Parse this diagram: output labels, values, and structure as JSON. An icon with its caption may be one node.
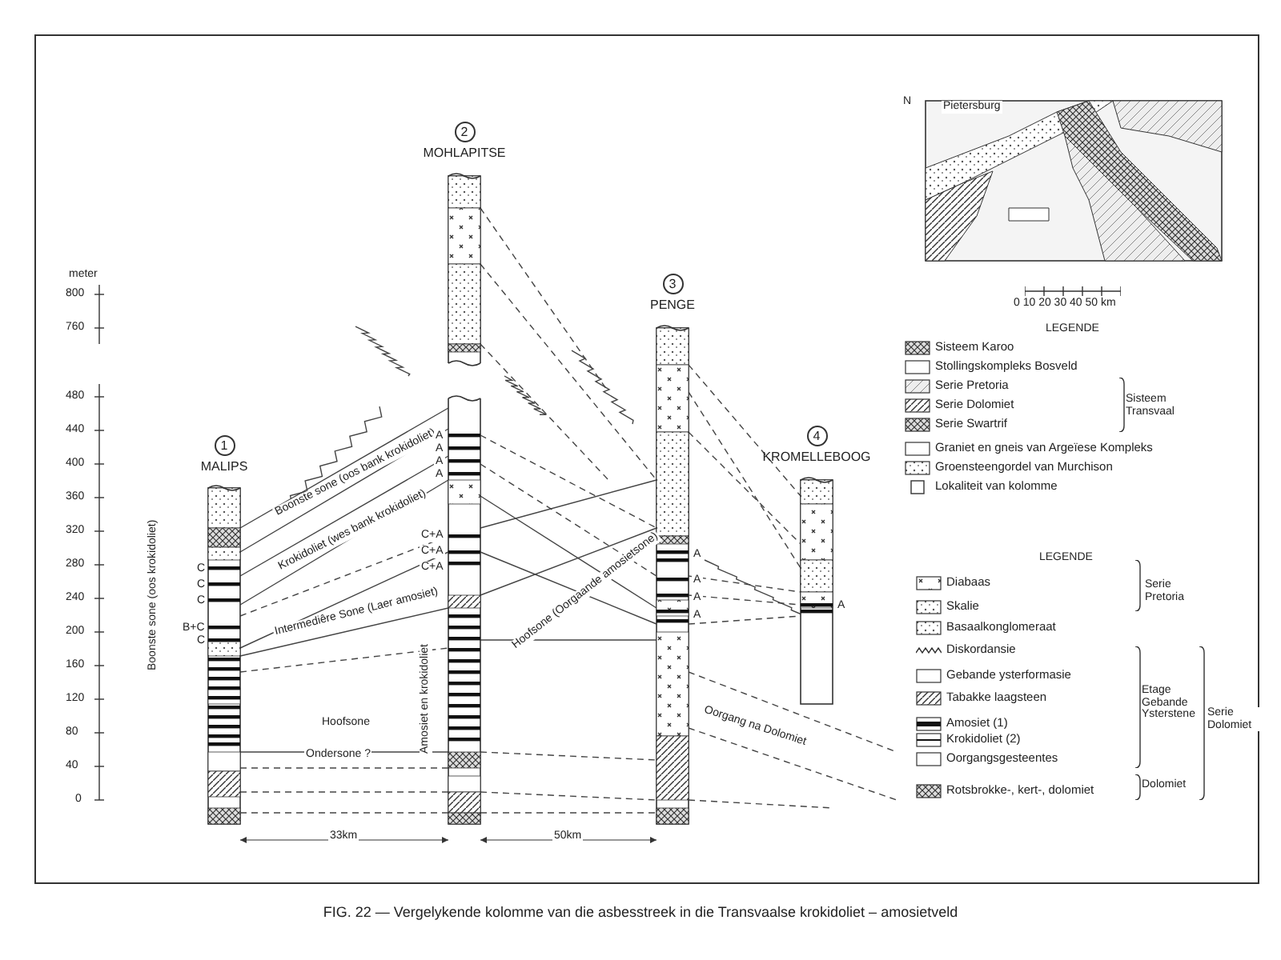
{
  "diagram": {
    "caption": "FIG. 22 — Vergelykende kolomme van die asbesstreek in die Transvaalse krokidoliet – amosietveld",
    "nodes": [
      {
        "text": [
          "1",
          "MALIPS"
        ]
      },
      {
        "text": [
          "2",
          "MOHLAPITSE"
        ]
      },
      {
        "text": [
          "3",
          "PENGE"
        ]
      },
      {
        "text": [
          "4",
          "KROMELLEBOOG"
        ]
      }
    ],
    "edges": [
      {
        "from": 0,
        "to": 1,
        "arrow": "none"
      },
      {
        "from": 0,
        "to": 1,
        "arrow": "none"
      },
      {
        "from": 0,
        "to": 1,
        "arrow": "none"
      },
      {
        "from": 0,
        "to": 1,
        "arrow": "none"
      },
      {
        "from": 0,
        "to": 1,
        "arrow": "none",
        "style": "dashed"
      },
      {
        "from": 0,
        "to": 1,
        "arrow": "none"
      },
      {
        "from": 0,
        "to": 1,
        "arrow": "none"
      },
      {
        "from": 0,
        "to": 1,
        "arrow": "none",
        "style": "dashed"
      },
      {
        "from": 0,
        "to": 1,
        "arrow": "none"
      },
      {
        "from": 0,
        "to": 1,
        "arrow": "none",
        "style": "dashed"
      },
      {
        "from": 0,
        "to": 1,
        "arrow": "none",
        "style": "dashed"
      },
      {
        "from": 0,
        "to": 1,
        "arrow": "none",
        "style": "dashed"
      },
      {
        "from": 1,
        "to": null,
        "arrow": "none",
        "style": "dashed"
      },
      {
        "from": 1,
        "to": 2,
        "arrow": "none",
        "style": "dashed"
      },
      {
        "from": 1,
        "to": null,
        "arrow": "none",
        "style": "dashed"
      },
      {
        "from": 1,
        "to": 2,
        "arrow": "none",
        "style": "dashed"
      },
      {
        "from": 1,
        "to": 2,
        "arrow": "none",
        "style": "dashed"
      },
      {
        "from": 1,
        "to": 2,
        "arrow": "none"
      },
      {
        "from": 1,
        "to": 2,
        "arrow": "none"
      },
      {
        "from": 1,
        "to": 2,
        "arrow": "none"
      },
      {
        "from": 1,
        "to": 2,
        "arrow": "none"
      },
      {
        "from": 1,
        "to": 2,
        "arrow": "none"
      },
      {
        "from": 1,
        "to": 2,
        "arrow": "none",
        "style": "dashed"
      },
      {
        "from": 1,
        "to": 2,
        "arrow": "none",
        "style": "dashed"
      },
      {
        "from": 1,
        "to": 2,
        "arrow": "none",
        "style": "dashed"
      },
      {
        "from": 2,
        "to": 3,
        "arrow": "none",
        "style": "dashed"
      },
      {
        "from": 2,
        "to": 3,
        "arrow": "none",
        "style": "dashed"
      },
      {
        "from": 2,
        "to": 3,
        "arrow": "none",
        "style": "dashed"
      },
      {
        "from": 2,
        "to": 3,
        "arrow": "none",
        "style": "dashed"
      },
      {
        "from": 2,
        "to": 3,
        "arrow": "none",
        "style": "dashed"
      },
      {
        "from": 2,
        "to": null,
        "arrow": "none",
        "style": "dashed"
      },
      {
        "from": 2,
        "to": null,
        "arrow": "none",
        "style": "dashed"
      },
      {
        "from": 2,
        "to": null,
        "arrow": "none",
        "style": "dashed"
      },
      {
        "from": 2,
        "to": 3,
        "arrow": "none",
        "style": "dashed"
      }
    ],
    "labels": [
      "meter",
      "800",
      "760",
      "480",
      "440",
      "400",
      "360",
      "320",
      "280",
      "240",
      "200",
      "160",
      "120",
      "80",
      "40",
      "0",
      "Boonste sone (oos bank krokidoliet)",
      "Krokidoliet (wes bank krokidoliet)",
      "Intermediêre Sone (Laer amosiet)",
      "Hoofsone",
      "Ondersone ?",
      "Hoofsone (Oorgaande amosietsone)",
      "Amosiet en krokidoliet",
      "Boonste sone (oos krokidoliet)",
      "Oorgang na Dolomiet",
      "33km",
      "50km",
      "C",
      "C",
      "C",
      "B+C",
      "C",
      "A",
      "A",
      "A",
      "A",
      "C+A",
      "C+A",
      "C+A",
      "A",
      "A",
      "A",
      "A",
      "A",
      "N",
      "Pietersburg",
      "0 10 20 30 40 50 km",
      "LEGENDE",
      "Sisteem Transvaal",
      "LEGENDE",
      "Serie Pretoria",
      "Etage Gebande Ysterstene",
      "Dolomiet",
      "Serie Dolomiet"
    ],
    "legend": [
      {
        "text": "Sisteem Karoo"
      },
      {
        "text": "Stollingskompleks Bosveld"
      },
      {
        "text": "Serie Pretoria"
      },
      {
        "text": "Serie Dolomiet"
      },
      {
        "text": "Serie Swartrif"
      },
      {
        "text": "Graniet en gneis van Argeïese Kompleks"
      },
      {
        "text": "Groensteengordel van Murchison"
      },
      {
        "text": "Lokaliteit van kolomme"
      },
      {
        "text": "Diabaas"
      },
      {
        "text": "Skalie"
      },
      {
        "text": "Basaalkonglomeraat"
      },
      {
        "text": "Diskordansie"
      },
      {
        "text": "Gebande ysterformasie"
      },
      {
        "text": "Tabakke laagsteen"
      },
      {
        "text": "Amosiet (1)"
      },
      {
        "text": "Krokidoliet (2)"
      },
      {
        "text": "Oorgangsgesteentes"
      },
      {
        "text": "Rotsbrokke-, kert-, dolomiet"
      }
    ]
  }
}
